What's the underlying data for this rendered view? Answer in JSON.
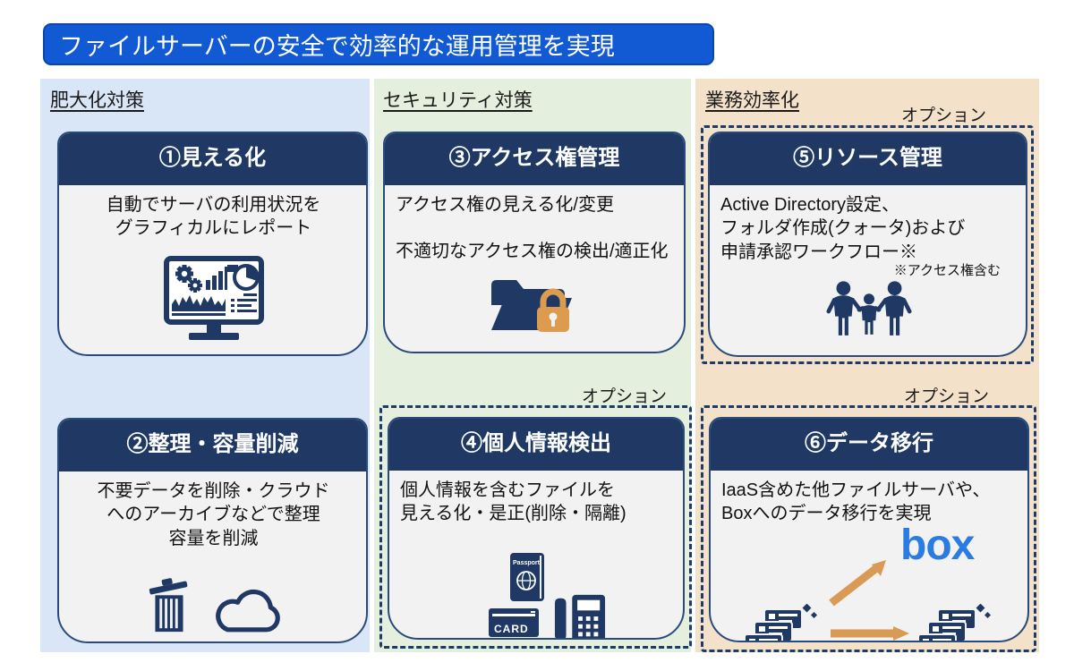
{
  "colors": {
    "banner_blue": "#1259d4",
    "navy": "#1f3864",
    "card_body_gray": "#f2f2f2",
    "col_bloat_bg": "#d9e6f7",
    "col_security_bg": "#e5efdd",
    "col_efficiency_bg": "#f4e1ca",
    "accent_orange": "#d89a55",
    "lock_orange": "#dc9b4e",
    "box_blue": "#2b7ce2"
  },
  "banner": {
    "title": "ファイルサーバーの安全で効率的な運用管理を実現"
  },
  "columns": {
    "bloat": {
      "header": "肥大化対策"
    },
    "security": {
      "header": "セキュリティ対策"
    },
    "efficiency": {
      "header": "業務効率化"
    }
  },
  "labels": {
    "option": "オプション"
  },
  "cards": {
    "visualization": {
      "title": "①見える化",
      "body": "自動でサーバの利用状況を\nグラフィカルにレポート"
    },
    "organize": {
      "title": "②整理・容量削減",
      "body": "不要データを削除・クラウド\nへのアーカイブなどで整理\n容量を削減"
    },
    "access": {
      "title": "③アクセス権管理",
      "line1": "アクセス権の見える化/変更",
      "line2": "不適切なアクセス権の検出/適正化"
    },
    "personal_info": {
      "title": "④個人情報検出",
      "body": "個人情報を含むファイルを\n見える化・是正(削除・隔離)"
    },
    "resource": {
      "title": "⑤リソース管理",
      "body": "Active Directory設定、\nフォルダ作成(クォータ)および\n申請承認ワークフロー※",
      "note": "※アクセス権含む"
    },
    "migration": {
      "title": "⑥データ移行",
      "body": "IaaS含めた他ファイルサーバや、\nBoxへのデータ移行を実現"
    }
  },
  "icon_text": {
    "passport": "Passport",
    "card": "CARD",
    "box_logo": "box"
  }
}
